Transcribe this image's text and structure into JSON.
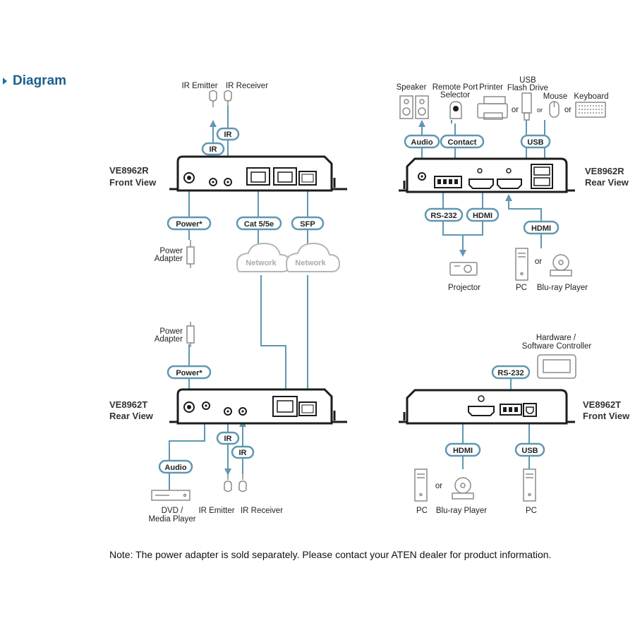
{
  "header": {
    "title": "Diagram"
  },
  "note": "Note: The power adapter is sold separately. Please contact your ATEN dealer for product information.",
  "colors": {
    "accent": "#5f97b1",
    "title": "#1a5f8e",
    "device": "#1c1c1c",
    "icon": "#8a8a8a",
    "cloud": "#b5b5b5"
  },
  "units": {
    "rx_front": {
      "model": "VE8962R",
      "view": "Front View"
    },
    "rx_rear": {
      "model": "VE8962R",
      "view": "Rear View"
    },
    "tx_rear": {
      "model": "VE8962T",
      "view": "Rear View"
    },
    "tx_front": {
      "model": "VE8962T",
      "view": "Front View"
    }
  },
  "tags": {
    "ir": "IR",
    "power": "Power*",
    "cat": "Cat 5/5e",
    "sfp": "SFP",
    "audio": "Audio",
    "contact": "Contact",
    "usb": "USB",
    "rs232": "RS-232",
    "hdmi": "HDMI"
  },
  "clouds": {
    "network": "Network"
  },
  "labels": {
    "ir_emitter": "IR Emitter",
    "ir_receiver": "IR Receiver",
    "power_line1": "Power",
    "power_line2": "Adapter",
    "speaker": "Speaker",
    "remote_line1": "Remote Port",
    "remote_line2": "Selector",
    "printer": "Printer",
    "usb_flash_line1": "USB",
    "usb_flash_line2": "Flash Drive",
    "mouse": "Mouse",
    "keyboard": "Keyboard",
    "or": "or",
    "projector": "Projector",
    "pc": "PC",
    "bluray": "Blu-ray Player",
    "dvd_line1": "DVD /",
    "dvd_line2": "Media Player",
    "hw_line1": "Hardware /",
    "hw_line2": "Software Controller"
  }
}
